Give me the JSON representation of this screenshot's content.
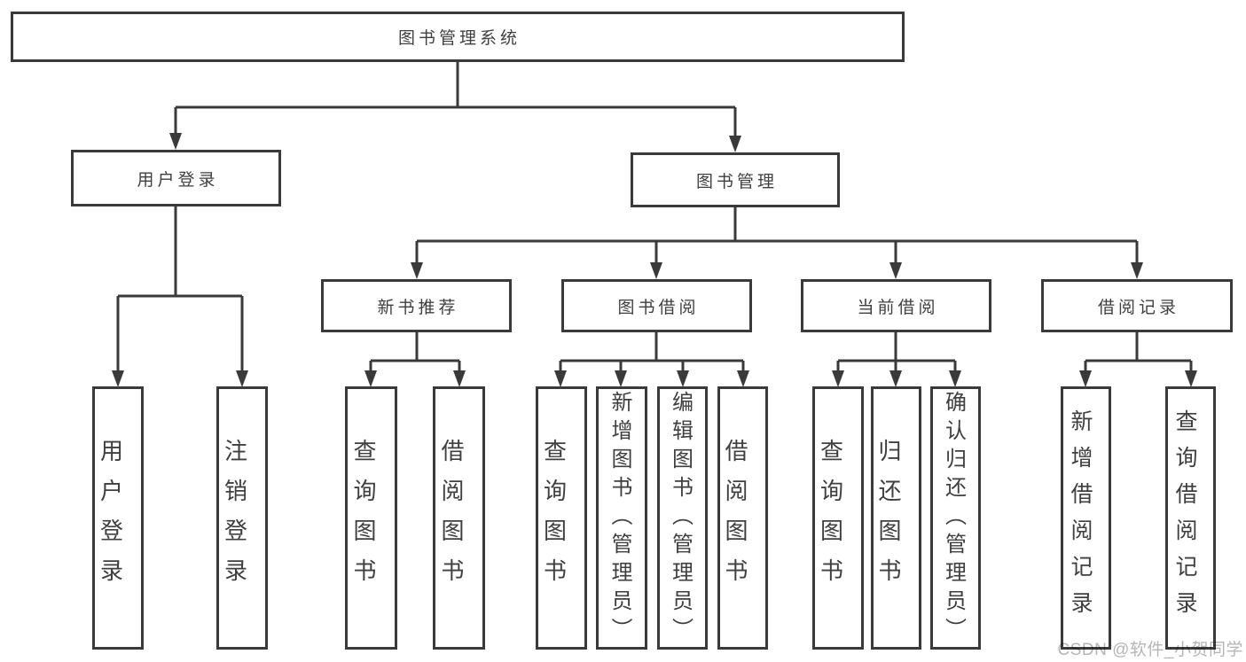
{
  "tree": {
    "label": "图书管理系统",
    "children": [
      {
        "label": "用户登录",
        "children": [
          {
            "label": "用户登录"
          },
          {
            "label": "注销登录"
          }
        ]
      },
      {
        "label": "图书管理",
        "children": [
          {
            "label": "新书推荐",
            "children": [
              {
                "label": "查询图书"
              },
              {
                "label": "借阅图书"
              }
            ]
          },
          {
            "label": "图书借阅",
            "children": [
              {
                "label": "查询图书"
              },
              {
                "label": "新增图书（管理员）"
              },
              {
                "label": "编辑图书（管理员）"
              },
              {
                "label": "借阅图书"
              }
            ]
          },
          {
            "label": "当前借阅",
            "children": [
              {
                "label": "查询图书"
              },
              {
                "label": "归还图书"
              },
              {
                "label": "确认归还（管理员）"
              }
            ]
          },
          {
            "label": "借阅记录",
            "children": [
              {
                "label": "新增借阅记录"
              },
              {
                "label": "查询借阅记录"
              }
            ]
          }
        ]
      }
    ]
  },
  "watermark": {
    "text": "CSDN @软件_小贺同学"
  },
  "colors": {
    "line": "#3a3a3a",
    "box-border": "#3a3a3a",
    "text": "#3f3f3f",
    "watermark": "#b5b5b5",
    "background": "#ffffff"
  }
}
